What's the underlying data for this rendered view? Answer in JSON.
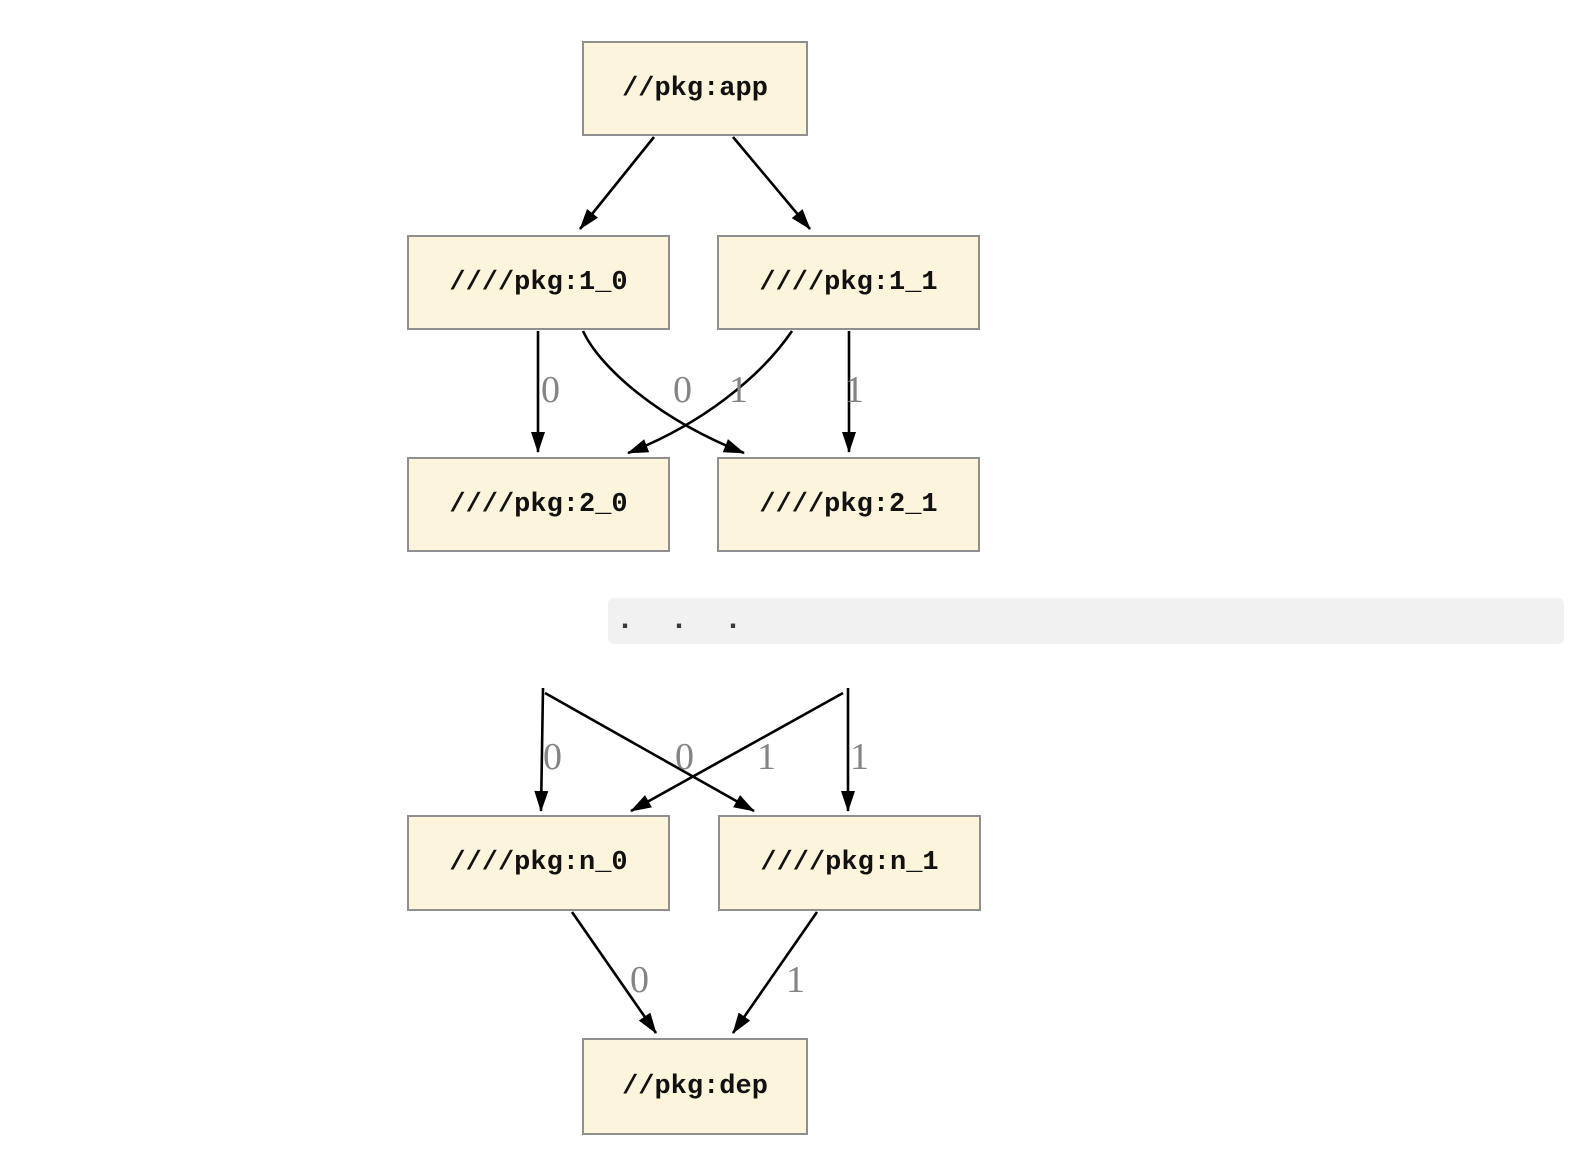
{
  "graph": {
    "nodes": {
      "app": {
        "label": "//pkg:app"
      },
      "v1_0": {
        "label": "////pkg:1_0"
      },
      "v1_1": {
        "label": "////pkg:1_1"
      },
      "v2_0": {
        "label": "////pkg:2_0"
      },
      "v2_1": {
        "label": "////pkg:2_1"
      },
      "vn_0": {
        "label": "////pkg:n_0"
      },
      "vn_1": {
        "label": "////pkg:n_1"
      },
      "dep": {
        "label": "//pkg:dep"
      }
    },
    "edges": [
      {
        "from": "//pkg:app",
        "to": "////pkg:1_0",
        "label": ""
      },
      {
        "from": "//pkg:app",
        "to": "////pkg:1_1",
        "label": ""
      },
      {
        "from": "////pkg:1_0",
        "to": "////pkg:2_0",
        "label": "0"
      },
      {
        "from": "////pkg:1_1",
        "to": "////pkg:2_0",
        "label": "0"
      },
      {
        "from": "////pkg:1_0",
        "to": "////pkg:2_1",
        "label": "1"
      },
      {
        "from": "////pkg:1_1",
        "to": "////pkg:2_1",
        "label": "1"
      },
      {
        "from": "...",
        "to": "////pkg:n_0",
        "label": "0"
      },
      {
        "from": "...",
        "to": "////pkg:n_0",
        "label": "0"
      },
      {
        "from": "...",
        "to": "////pkg:n_1",
        "label": "1"
      },
      {
        "from": "...",
        "to": "////pkg:n_1",
        "label": "1"
      },
      {
        "from": "////pkg:n_0",
        "to": "//pkg:dep",
        "label": "0"
      },
      {
        "from": "////pkg:n_1",
        "to": "//pkg:dep",
        "label": "1"
      }
    ],
    "separator_text": ".  .  .",
    "colors": {
      "node_fill": "#FCF5DC",
      "node_border": "#8F8F8F",
      "node_text": "#111111",
      "edge_stroke": "#000000",
      "edge_label": "#848484",
      "separator_bg": "#F1F1F1",
      "separator_text": "#3A3A3A",
      "page_bg": "#FFFFFF"
    }
  }
}
